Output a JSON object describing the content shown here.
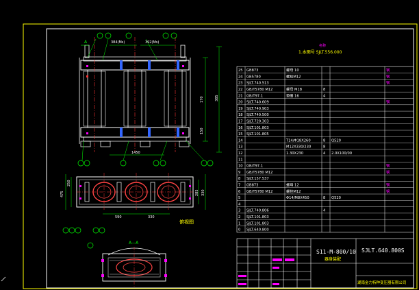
{
  "colors": {
    "background": "#000000",
    "frame": "#ffff00",
    "lines": "#ffffff",
    "text": "#ffffff",
    "dims": "#00ff00",
    "centerlines": "#ff3333",
    "hidden": "#3366ff",
    "coil": "#ff4444",
    "magenta": "#ff00ff",
    "yellow": "#ffff00"
  },
  "title_note": {
    "line1": "名称",
    "line2": "1.本图号 SJLT.556.000"
  },
  "dims": {
    "top_left": "384(Ms)",
    "top_right": "392(Ms)",
    "right_total": "385",
    "right_a": "170",
    "right_b": "150",
    "bottom_a": "1450",
    "mid_left_total": "475",
    "mid_left_a": "250",
    "mid_right_a": "285",
    "mid_right_b": "330",
    "mid_bottom_a": "590",
    "mid_bottom_b": "330"
  },
  "labels": {
    "section_view": "A—A",
    "section_mark": "A",
    "plan_label": "俯视图"
  },
  "bom": {
    "rows": [
      {
        "no": "25",
        "code": "GB873",
        "name": "螺母 10",
        "qty": "",
        "mat": "",
        "note": "钢"
      },
      {
        "no": "24",
        "code": "GB5780",
        "name": "螺栓M12",
        "qty": "",
        "mat": "",
        "note": "钢"
      },
      {
        "no": "23",
        "code": "SJLT.740.513",
        "name": "",
        "qty": "",
        "mat": "",
        "note": "钢"
      },
      {
        "no": "22",
        "code": "GB/T5780 M12",
        "name": "螺母 M18",
        "qty": "8",
        "mat": "",
        "note": ""
      },
      {
        "no": "21",
        "code": "GB/T97.1",
        "name": "垫圈 16",
        "qty": "4",
        "mat": "",
        "note": ""
      },
      {
        "no": "20",
        "code": "SJLT.740.609",
        "name": "",
        "qty": "",
        "mat": "",
        "note": "钢"
      },
      {
        "no": "19",
        "code": "SJLT.740.903",
        "name": "",
        "qty": "",
        "mat": "",
        "note": ""
      },
      {
        "no": "18",
        "code": "SJLT.740.500",
        "name": "",
        "qty": "",
        "mat": "",
        "note": ""
      },
      {
        "no": "17",
        "code": "SJLT.720.303",
        "name": "",
        "qty": "",
        "mat": "",
        "note": ""
      },
      {
        "no": "16",
        "code": "SJLT.101.803",
        "name": "",
        "qty": "",
        "mat": "",
        "note": ""
      },
      {
        "no": "15",
        "code": "SJLT.101.805",
        "name": "",
        "qty": "",
        "mat": "",
        "note": ""
      },
      {
        "no": "14",
        "code": "",
        "name": "T14/Φ18X260",
        "qty": "8",
        "mat": "Q520",
        "note": ""
      },
      {
        "no": "13",
        "code": "",
        "name": "M12X330/230",
        "qty": "8",
        "mat": "",
        "note": ""
      },
      {
        "no": "12",
        "code": "",
        "name": "1.30X230",
        "qty": "4",
        "mat": "2.0X100/00",
        "note": ""
      },
      {
        "no": "11",
        "code": "",
        "name": "",
        "qty": "",
        "mat": "",
        "note": ""
      },
      {
        "no": "10",
        "code": "GB/T97.1",
        "name": "",
        "qty": "",
        "mat": "",
        "note": "钢"
      },
      {
        "no": "9",
        "code": "GB/T5780 M12",
        "name": "",
        "qty": "",
        "mat": "",
        "note": "钢"
      },
      {
        "no": "8",
        "code": "SJLT.157.537",
        "name": "",
        "qty": "",
        "mat": "",
        "note": ""
      },
      {
        "no": "7",
        "code": "GB873",
        "name": "螺母 12",
        "qty": "",
        "mat": "",
        "note": "钢"
      },
      {
        "no": "6",
        "code": "GB/T5780 M12",
        "name": "螺栓M12",
        "qty": "",
        "mat": "",
        "note": "钢"
      },
      {
        "no": "5",
        "code": "",
        "name": "Φ14/M8X450",
        "qty": "8",
        "mat": "Q520",
        "note": ""
      },
      {
        "no": "4",
        "code": "",
        "name": "",
        "qty": "",
        "mat": "",
        "note": ""
      },
      {
        "no": "3",
        "code": "SJLT.740.806",
        "name": "",
        "qty": "4",
        "mat": "",
        "note": ""
      },
      {
        "no": "2",
        "code": "SJLT.101.803",
        "name": "",
        "qty": "",
        "mat": "",
        "note": ""
      },
      {
        "no": "1",
        "code": "SJLT.101.803",
        "name": "",
        "qty": "",
        "mat": "",
        "note": ""
      },
      {
        "no": "0",
        "code": "SJLT.640.800",
        "name": "",
        "qty": "",
        "mat": "",
        "note": ""
      }
    ]
  },
  "title_block": {
    "model": "S11-M-800/10",
    "model_sub": "器身装配",
    "drawing_no": "SJLT.640.800S",
    "company": "湖南金力特种变压器有限公司"
  }
}
